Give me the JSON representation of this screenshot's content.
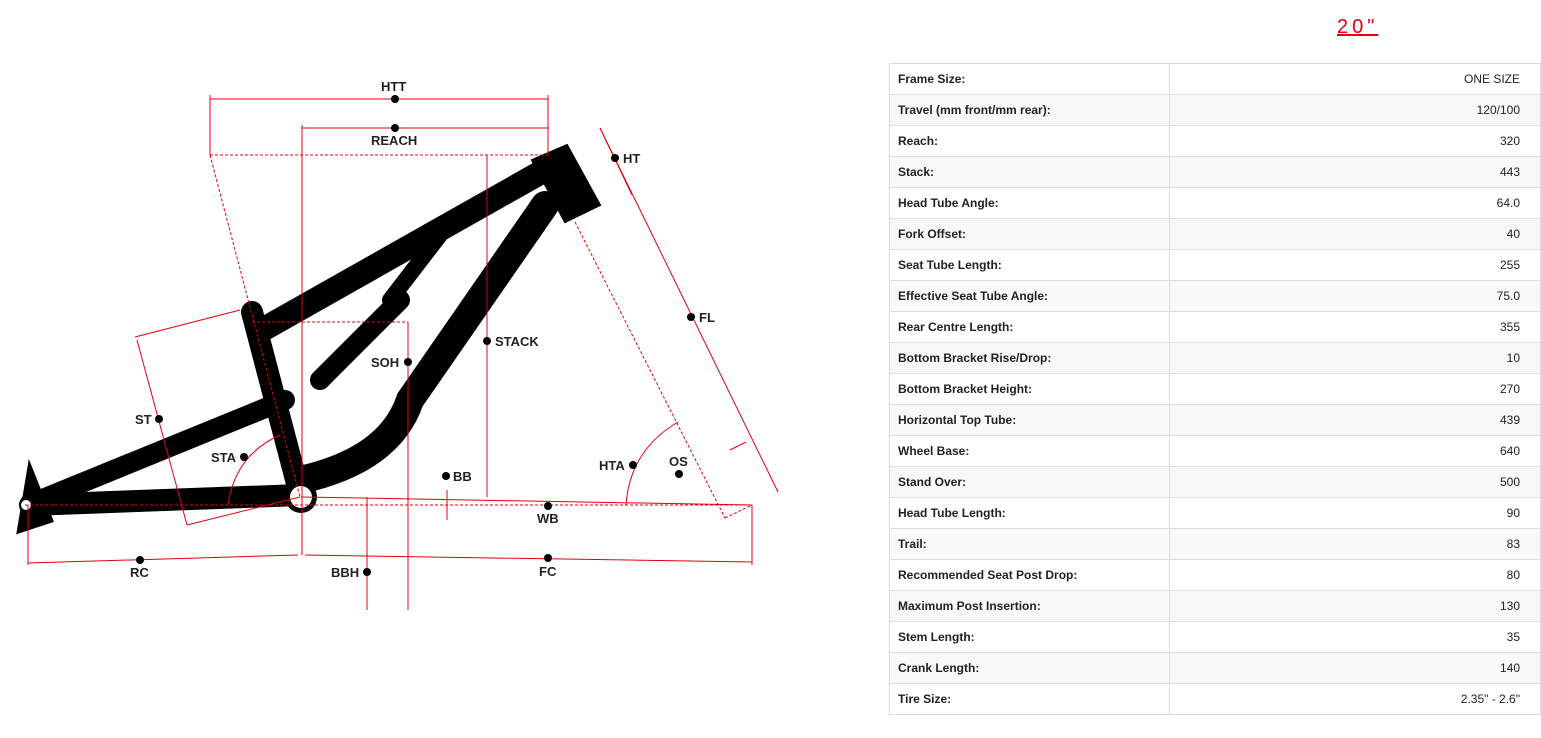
{
  "size_tab": "20\"",
  "diagram_labels": {
    "htt": "HTT",
    "reach": "REACH",
    "ht": "HT",
    "fl": "FL",
    "stack": "STACK",
    "soh": "SOH",
    "st": "ST",
    "sta": "STA",
    "bb": "BB",
    "hta": "HTA",
    "os": "OS",
    "wb": "WB",
    "rc": "RC",
    "bbh": "BBH",
    "fc": "FC"
  },
  "rows": [
    {
      "label": "Frame Size:",
      "value": "ONE SIZE"
    },
    {
      "label": "Travel (mm front/mm rear):",
      "value": "120/100"
    },
    {
      "label": "Reach:",
      "value": "320"
    },
    {
      "label": "Stack:",
      "value": "443"
    },
    {
      "label": "Head Tube Angle:",
      "value": "64.0"
    },
    {
      "label": "Fork Offset:",
      "value": "40"
    },
    {
      "label": "Seat Tube Length:",
      "value": "255"
    },
    {
      "label": "Effective Seat Tube Angle:",
      "value": "75.0"
    },
    {
      "label": "Rear Centre Length:",
      "value": "355"
    },
    {
      "label": "Bottom Bracket Rise/Drop:",
      "value": "10"
    },
    {
      "label": "Bottom Bracket Height:",
      "value": "270"
    },
    {
      "label": "Horizontal Top Tube:",
      "value": "439"
    },
    {
      "label": "Wheel Base:",
      "value": "640"
    },
    {
      "label": "Stand Over:",
      "value": "500"
    },
    {
      "label": "Head Tube Length:",
      "value": "90"
    },
    {
      "label": "Trail:",
      "value": "83"
    },
    {
      "label": "Recommended Seat Post Drop:",
      "value": "80"
    },
    {
      "label": "Maximum Post Insertion:",
      "value": "130"
    },
    {
      "label": "Stem Length:",
      "value": "35"
    },
    {
      "label": "Crank Length:",
      "value": "140"
    },
    {
      "label": "Tire Size:",
      "value": "2.35\" - 2.6\""
    }
  ]
}
